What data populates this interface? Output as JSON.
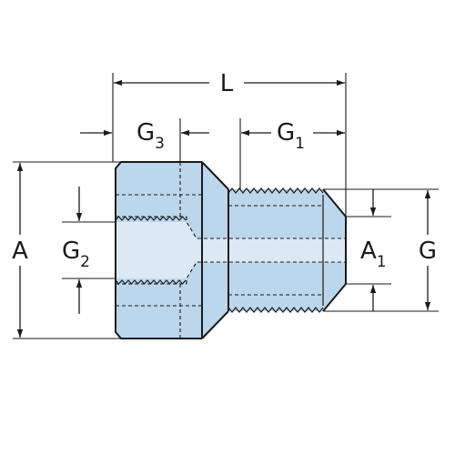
{
  "colors": {
    "body_fill": "#bcd6ec",
    "bore_fill": "#dce9f5",
    "line": "#1a1a1a"
  },
  "labels": {
    "L": "L",
    "G3": {
      "main": "G",
      "sub": "3"
    },
    "G1": {
      "main": "G",
      "sub": "1"
    },
    "A": "A",
    "G2": {
      "main": "G",
      "sub": "2"
    },
    "A1": {
      "main": "A",
      "sub": "1"
    },
    "G": "G"
  }
}
